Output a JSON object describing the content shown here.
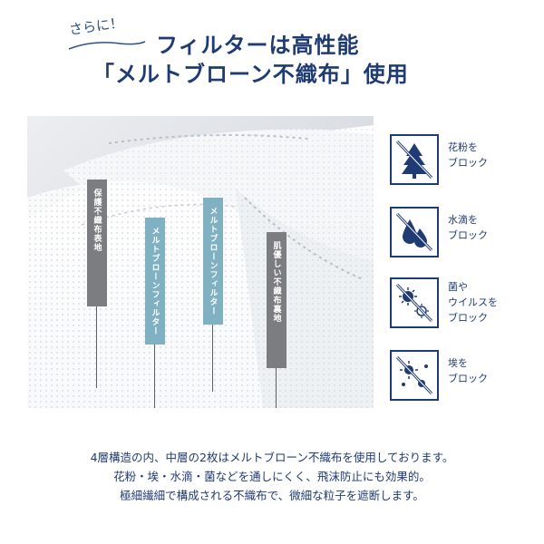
{
  "header": {
    "badge": "さらに！",
    "title_line1": "フィルターは高性能",
    "title_line2": "「メルトブローン不織布」使用"
  },
  "labels": [
    {
      "text": "保護不織布表地"
    },
    {
      "text": "メルトブローンフィルター"
    },
    {
      "text": "メルトブローンフィルター"
    },
    {
      "text": "肌優しい不織布裏地"
    }
  ],
  "features": [
    {
      "icon": "pollen-block-icon",
      "line1": "花粉を",
      "line2": "ブロック",
      "line3": ""
    },
    {
      "icon": "water-drop-block-icon",
      "line1": "水滴を",
      "line2": "ブロック",
      "line3": ""
    },
    {
      "icon": "virus-block-icon",
      "line1": "菌や",
      "line2": "ウイルスを",
      "line3": "ブロック"
    },
    {
      "icon": "dust-block-icon",
      "line1": "埃を",
      "line2": "ブロック",
      "line3": ""
    }
  ],
  "description": {
    "line1": "4層構造の内、中層の2枚はメルトブローン不織布を使用しております。",
    "line2": "花粉・埃・水滴・菌などを通しにくく、飛沫防止にも効果的。",
    "line3": "極細繊細で構成される不織布で、微細な粒子を遮断します。"
  },
  "colors": {
    "navy": "#1f3b73",
    "label_gray": "#7b7d80",
    "label_blue": "#7fb1c2"
  }
}
